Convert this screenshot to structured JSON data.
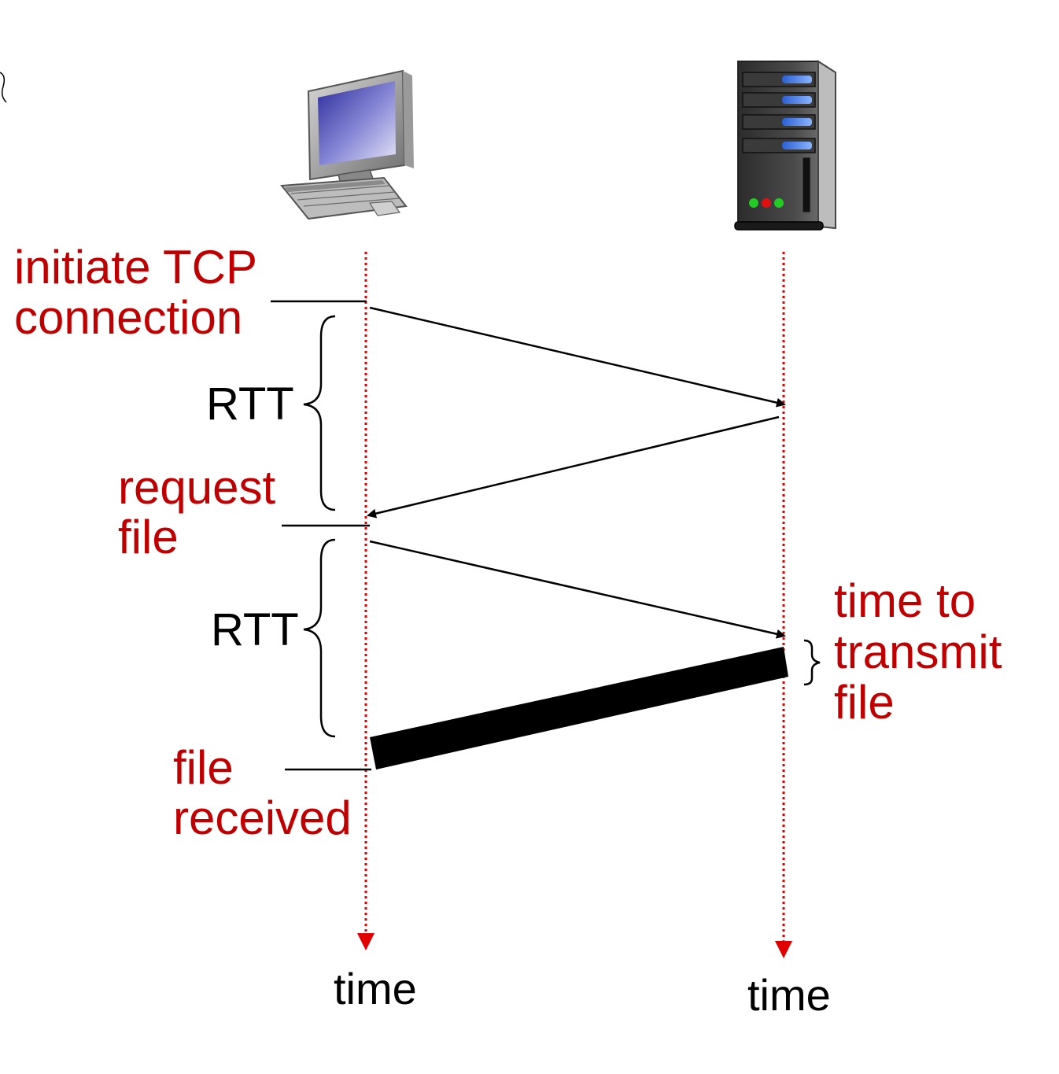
{
  "labels": {
    "initiate_line1": "initiate TCP",
    "initiate_line2": "connection",
    "rtt_first": "RTT",
    "request_line1": "request",
    "request_line2": "file",
    "rtt_second": "RTT",
    "transmit_line1": "time to",
    "transmit_line2": "transmit",
    "transmit_line3": "file",
    "received_line1": "file",
    "received_line2": "received",
    "time_client": "time",
    "time_server": "time"
  },
  "colors": {
    "accent_red": "#c00000",
    "timeline_red": "#e00000",
    "arrow_black": "#000000"
  },
  "icons": {
    "client": "desktop-computer-icon",
    "server": "server-tower-icon"
  }
}
